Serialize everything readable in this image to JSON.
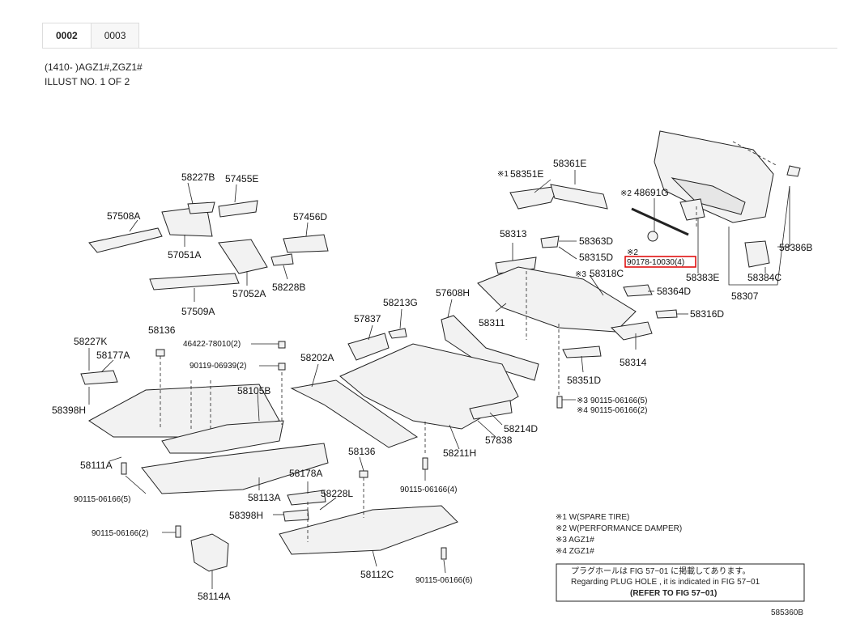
{
  "tabs": [
    {
      "label": "0002",
      "active": true
    },
    {
      "label": "0003",
      "active": false
    }
  ],
  "header": {
    "model_line": "(1410- )AGZ1#,ZGZ1#",
    "illust_line": "ILLUST NO. 1 OF 2"
  },
  "parts": {
    "p58227B": "58227B",
    "p57455E": "57455E",
    "p57508A": "57508A",
    "p57456D": "57456D",
    "p57051A": "57051A",
    "p57052A": "57052A",
    "p58228B": "58228B",
    "p57509A": "57509A",
    "p58351E": "58351E",
    "p58361E": "58361E",
    "p48691G": "48691G",
    "p58386B": "58386B",
    "p58313": "58313",
    "p58363D": "58363D",
    "p58315D": "58315D",
    "p90178": "90178-10030(4)",
    "p58318C": "58318C",
    "p58383E": "58383E",
    "p58384C": "58384C",
    "p58307": "58307",
    "p58364D": "58364D",
    "p58316D": "58316D",
    "p57608H": "57608H",
    "p58311": "58311",
    "p58314": "58314",
    "p58213G": "58213G",
    "p57837": "57837",
    "p58227K": "58227K",
    "p58136a": "58136",
    "p46422": "46422-78010(2)",
    "p90119": "90119-06939(2)",
    "p58202A": "58202A",
    "p58177A": "58177A",
    "p58105B": "58105B",
    "p58398Ha": "58398H",
    "p58351D": "58351D",
    "p90115_5r": "90115-06166(5)",
    "p90115_2r": "90115-06166(2)",
    "p58214D": "58214D",
    "p57838": "57838",
    "p58111A": "58111A",
    "p58211H": "58211H",
    "p90115_5l": "90115-06166(5)",
    "p58136b": "58136",
    "p58178A": "58178A",
    "p58113A": "58113A",
    "p90115_4": "90115-06166(4)",
    "p58228L": "58228L",
    "p58398Hb": "58398H",
    "p90115_2l": "90115-06166(2)",
    "p58112C": "58112C",
    "p90115_6": "90115-06166(6)",
    "p58114A": "58114A"
  },
  "marks": {
    "x1": "※1",
    "x2": "※2",
    "x2b": "※2",
    "x3a": "※3",
    "x3b": "※3",
    "x4": "※4"
  },
  "legend": [
    "※1 W(SPARE TIRE)",
    "※2 W(PERFORMANCE DAMPER)",
    "※3 AGZ1#",
    "※4 ZGZ1#"
  ],
  "notice": {
    "jp": "プラグホールは FIG 57−01 に掲載してあります。",
    "en": "Regarding  PLUG  HOLE , it is indicated in  FIG  57−01",
    "ref": "(REFER  TO  FIG  57−01)"
  },
  "illust_code": "585360B",
  "colors": {
    "highlight": "#d00000",
    "tab_border": "#dddddd"
  }
}
